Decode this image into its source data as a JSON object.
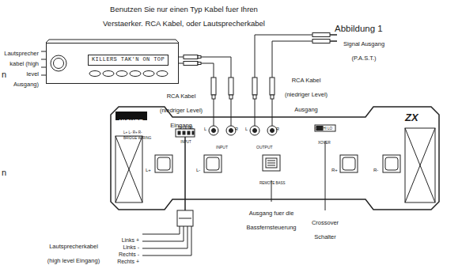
{
  "diagram": {
    "title": "Abbildung 1",
    "nodes": [
      {
        "text": [
          "KILLERS TAK'N ON TOP"
        ]
      },
      {
        "text": [
          "KICKER",
          "L+ L- R+ R-",
          "BRIDGE WIRING",
          "HI-LEVEL INPUT",
          "L",
          "R",
          "INPUT",
          "L",
          "R",
          "OUTPUT",
          "OFF HI LO",
          "XOVER",
          "REMOTE BASS",
          "ZX",
          "L+",
          "L-",
          "R+",
          "R-"
        ]
      }
    ],
    "edges": [
      {
        "from": 0,
        "to": 1,
        "arrow": "none"
      }
    ],
    "labels": [
      "Benutzen Sie nur einen Typ Kabel fuer Ihren Verstaerker. RCA Kabel, oder Lautsprecherkabel",
      "Lautsprecher kabel (high level Ausgang)",
      "RCA Kabel (niedriger Level) Eingang",
      "Signal Ausgang (P.A.S.T.)",
      "RCA Kabel (niedriger Level) Ausgang",
      "Ausgang fuer die Bassfernsteuerung",
      "Crossover Schalter",
      "Lautsprecherkabel (high level Eingang)",
      "Links +",
      "Links -",
      "Rechts -",
      "Rechts +",
      "n",
      "n"
    ]
  }
}
